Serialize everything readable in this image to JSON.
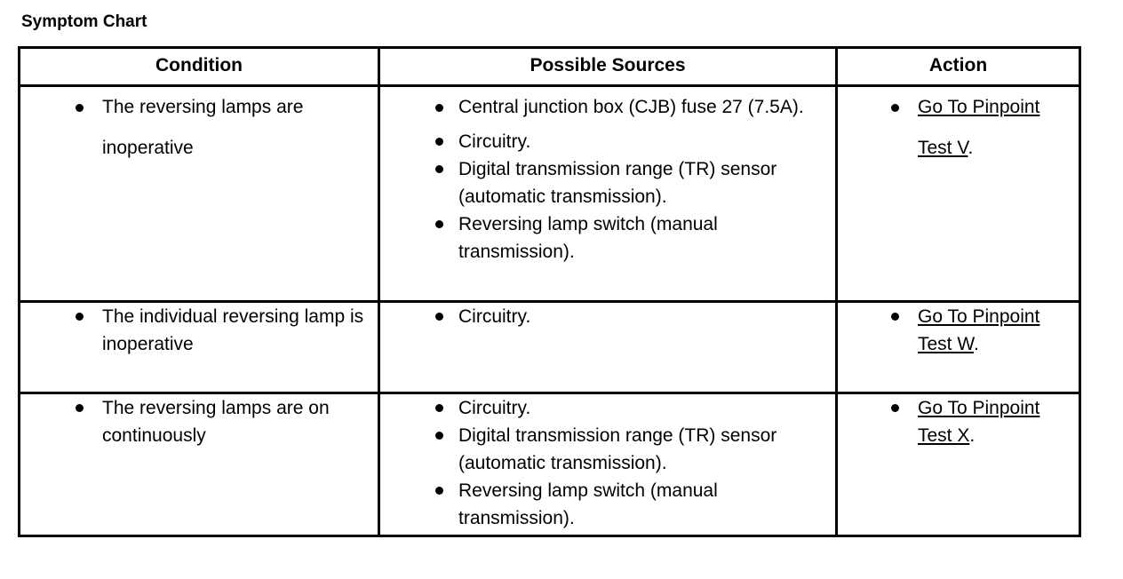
{
  "page": {
    "title": "Symptom Chart"
  },
  "table": {
    "headers": {
      "condition": "Condition",
      "sources": "Possible Sources",
      "action": "Action"
    },
    "rows": [
      {
        "condition": [
          "The reversing lamps are inoperative"
        ],
        "sources": [
          "Central junction box (CJB) fuse 27 (7.5A).",
          "Circuitry.",
          "Digital transmission range (TR) sensor (automatic transmission).",
          "Reversing lamp switch (manual transmission)."
        ],
        "action_link": "Go To Pinpoint Test V",
        "action_period": "."
      },
      {
        "condition": [
          "The individual reversing lamp is inoperative"
        ],
        "sources": [
          "Circuitry."
        ],
        "action_link": "Go To Pinpoint Test W",
        "action_period": "."
      },
      {
        "condition": [
          "The reversing lamps are on continuously"
        ],
        "sources": [
          "Circuitry.",
          "Digital transmission range (TR) sensor (automatic transmission).",
          "Reversing lamp switch (manual transmission)."
        ],
        "action_link": "Go To Pinpoint Test X",
        "action_period": "."
      }
    ]
  },
  "colors": {
    "border": "#000000",
    "text": "#000000",
    "background": "#ffffff"
  }
}
